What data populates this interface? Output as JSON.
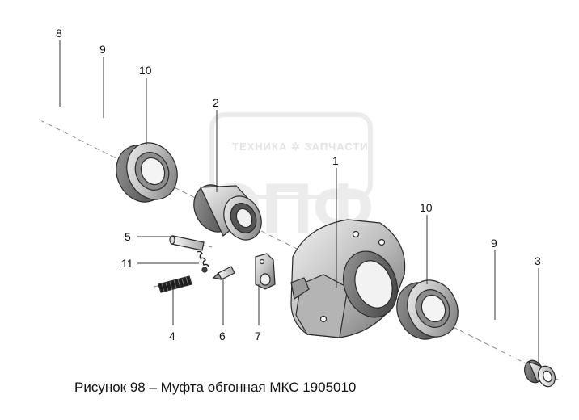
{
  "watermark": {
    "brand_text": "ТЕХНИКА ✲ ЗАПЧАСТИ",
    "logo_text": "ОПФ"
  },
  "callouts": [
    {
      "id": "c8",
      "text": "8"
    },
    {
      "id": "c9a",
      "text": "9"
    },
    {
      "id": "c10a",
      "text": "10"
    },
    {
      "id": "c2",
      "text": "2"
    },
    {
      "id": "c1",
      "text": "1"
    },
    {
      "id": "c10b",
      "text": "10"
    },
    {
      "id": "c9b",
      "text": "9"
    },
    {
      "id": "c3",
      "text": "3"
    },
    {
      "id": "c5",
      "text": "5"
    },
    {
      "id": "c11",
      "text": "11"
    },
    {
      "id": "c4",
      "text": "4"
    },
    {
      "id": "c6",
      "text": "6"
    },
    {
      "id": "c7",
      "text": "7"
    }
  ],
  "caption": "Рисунок 98 – Муфта обгонная МКС 1905010"
}
